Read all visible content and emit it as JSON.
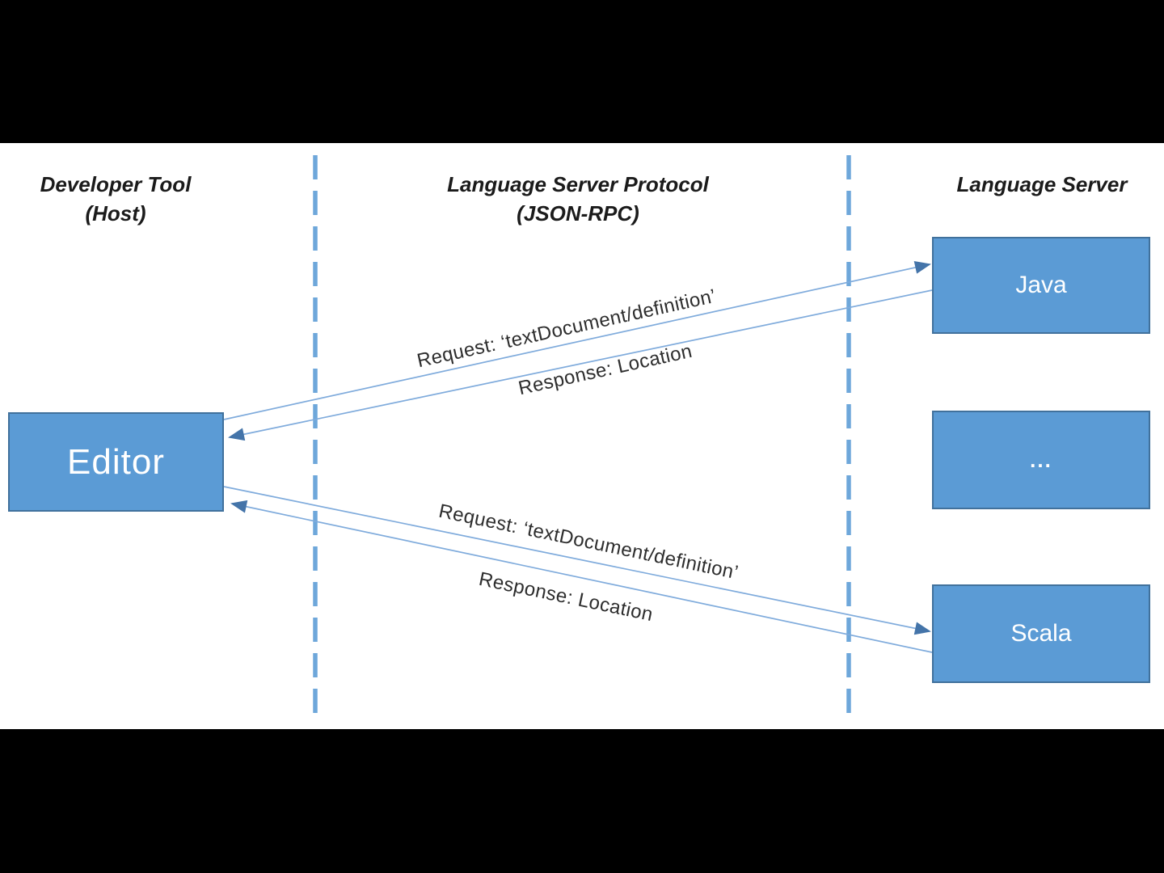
{
  "diagram": {
    "columns": {
      "developer_tool": {
        "line1": "Developer Tool",
        "line2": "(Host)"
      },
      "protocol": {
        "line1": "Language Server Protocol",
        "line2": "(JSON-RPC)"
      },
      "language_server": {
        "line1": "Language Server",
        "line2": ""
      }
    },
    "nodes": {
      "editor": {
        "label": "Editor"
      },
      "java": {
        "label": "Java"
      },
      "ellipsis": {
        "label": "..."
      },
      "scala": {
        "label": "Scala"
      }
    },
    "messages": {
      "java_request": {
        "label": "Request: ‘textDocument/definition’"
      },
      "java_response": {
        "label": "Response: Location"
      },
      "scala_request": {
        "label": "Request: ‘textDocument/definition’"
      },
      "scala_response": {
        "label": "Response: Location"
      }
    },
    "colors": {
      "node_fill": "#5b9bd5",
      "node_border": "#41719c",
      "connector_line": "#7fabdc",
      "arrowhead": "#4474a9",
      "lane_divider": "#5b9bd5",
      "header_text": "#1b1b1b",
      "message_text": "#2d2d2d",
      "node_text": "#ffffff",
      "canvas_background": "#ffffff",
      "letterbox": "#000000"
    }
  }
}
